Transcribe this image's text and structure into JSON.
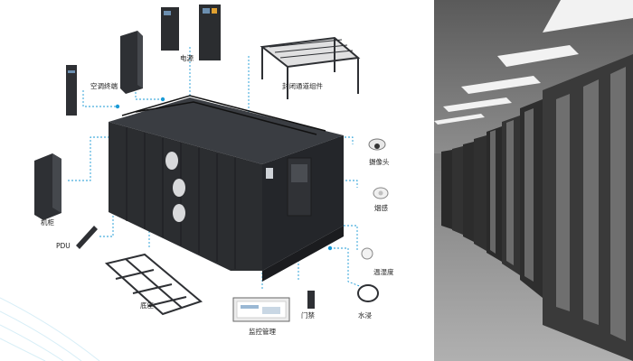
{
  "labels": {
    "power": "电源",
    "aircon": "空调终端",
    "aisle": "封闭通道组件",
    "camera": "摄像头",
    "smoke": "烟感",
    "cabinet": "机柜",
    "pdu": "PDU",
    "base": "底座",
    "monitor": "监控管理",
    "door": "门禁",
    "temp": "温湿度",
    "water": "水浸"
  },
  "colors": {
    "connector": "#1a9ad6",
    "cabinet": "#2b2d30",
    "cabinet_light": "#4a4d52",
    "photo_floor": "#9a9a9a"
  }
}
